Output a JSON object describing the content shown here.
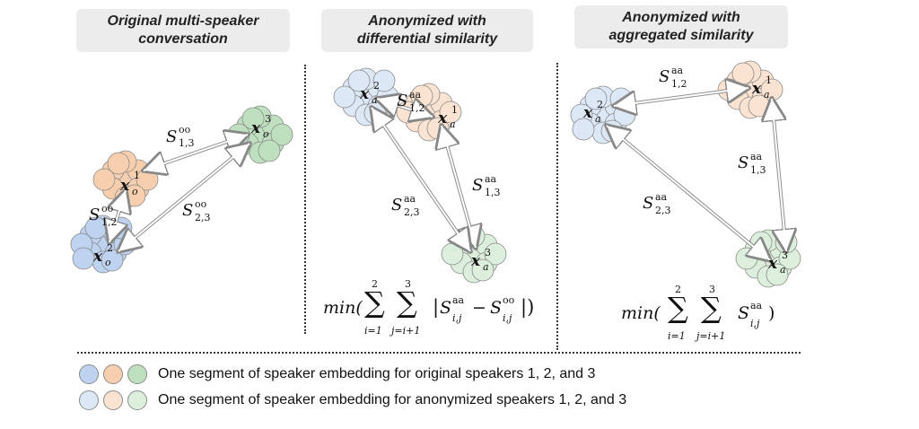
{
  "panels": [
    {
      "title_line1": "Original multi-speaker",
      "title_line2": "conversation"
    },
    {
      "title_line1": "Anonymized with",
      "title_line2": "differential  similarity"
    },
    {
      "title_line1": "Anonymized with",
      "title_line2": "aggregated similarity"
    }
  ],
  "colors": {
    "speaker1_original": "#f7cfae",
    "speaker2_original": "#bdd3ef",
    "speaker3_original": "#bfe0bf",
    "speaker1_anonymized": "#fbe3d1",
    "speaker2_anonymized": "#dde8f6",
    "speaker3_anonymized": "#dcefdc",
    "outline": "#8a8a8a",
    "title_background": "#ececec"
  },
  "panel1_labels": {
    "x1": "x",
    "x1_sub": "o",
    "x1_sup": "1",
    "x2": "x",
    "x2_sub": "o",
    "x2_sup": "2",
    "x3": "x",
    "x3_sub": "o",
    "x3_sup": "3",
    "s13": "S",
    "s13_sub": "1,3",
    "s13_sup": "oo",
    "s12": "S",
    "s12_sub": "1,2",
    "s12_sup": "oo",
    "s23": "S",
    "s23_sub": "2,3",
    "s23_sup": "oo"
  },
  "panel2_labels": {
    "x1": "x",
    "x1_sub": "a",
    "x1_sup": "1",
    "x2": "x",
    "x2_sub": "a",
    "x2_sup": "2",
    "x3": "x",
    "x3_sub": "a",
    "x3_sup": "3",
    "s12": "S",
    "s12_sub": "1,2",
    "s12_sup": "aa",
    "s13": "S",
    "s13_sub": "1,3",
    "s13_sup": "aa",
    "s23": "S",
    "s23_sub": "2,3",
    "s23_sup": "aa"
  },
  "panel3_labels": {
    "x1": "x",
    "x1_sub": "a",
    "x1_sup": "1",
    "x2": "x",
    "x2_sub": "a",
    "x2_sup": "2",
    "x3": "x",
    "x3_sub": "a",
    "x3_sup": "3",
    "s12": "S",
    "s12_sub": "1,2",
    "s12_sup": "aa",
    "s13": "S",
    "s13_sub": "1,3",
    "s13_sup": "aa",
    "s23": "S",
    "s23_sub": "2,3",
    "s23_sup": "aa"
  },
  "formula2": {
    "min": "min(",
    "sum": "∑",
    "sum1_top": "2",
    "sum1_bottom": "i=1",
    "sum2_top": "3",
    "sum2_bottom": "j=i+1",
    "body_open": "|",
    "s_a": "S",
    "s_a_sup": "aa",
    "s_a_sub": "i,j",
    "minus": "−",
    "s_o": "S",
    "s_o_sup": "oo",
    "s_o_sub": "i,j",
    "body_close": "|)"
  },
  "formula3": {
    "min": "min(",
    "sum": "∑",
    "sum1_top": "2",
    "sum1_bottom": "i=1",
    "sum2_top": "3",
    "sum2_bottom": "j=i+1",
    "s": "S",
    "s_sup": "aa",
    "s_sub": "i,j",
    "close": ")"
  },
  "legend": [
    {
      "text": "One segment of speaker embedding for original speakers 1, 2, and 3"
    },
    {
      "text": "One segment of speaker embedding for anonymized speakers 1, 2, and 3"
    }
  ]
}
